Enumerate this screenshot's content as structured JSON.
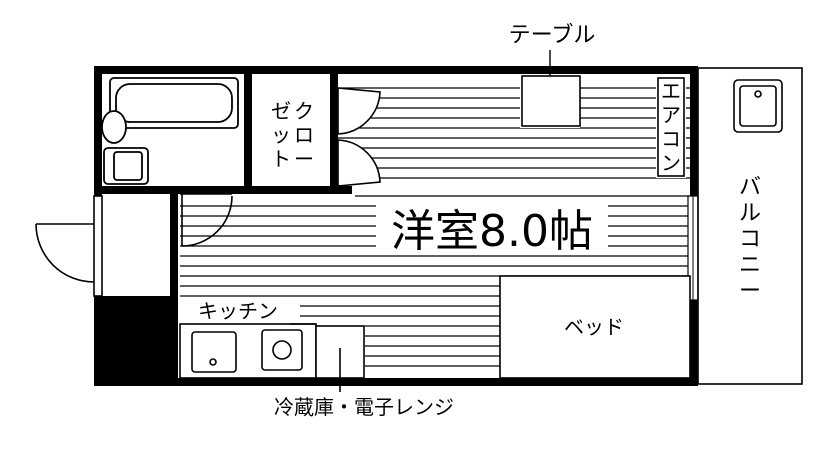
{
  "labels": {
    "table": "テーブル",
    "aircon": [
      "エ",
      "ア",
      "コ",
      "ン"
    ],
    "closet_col1": [
      "ゼ",
      "ッ",
      "ト"
    ],
    "closet_col2": [
      "ク",
      "ロ",
      "ー"
    ],
    "room": "洋室8.0帖",
    "balcony": [
      "バ",
      "ル",
      "コ",
      "ニ",
      "ー"
    ],
    "kitchen": "キッチン",
    "bed": "ベッド",
    "fridge_microwave": "冷蔵庫・電子レンジ"
  },
  "colors": {
    "ink": "#000000",
    "paper": "#ffffff"
  }
}
